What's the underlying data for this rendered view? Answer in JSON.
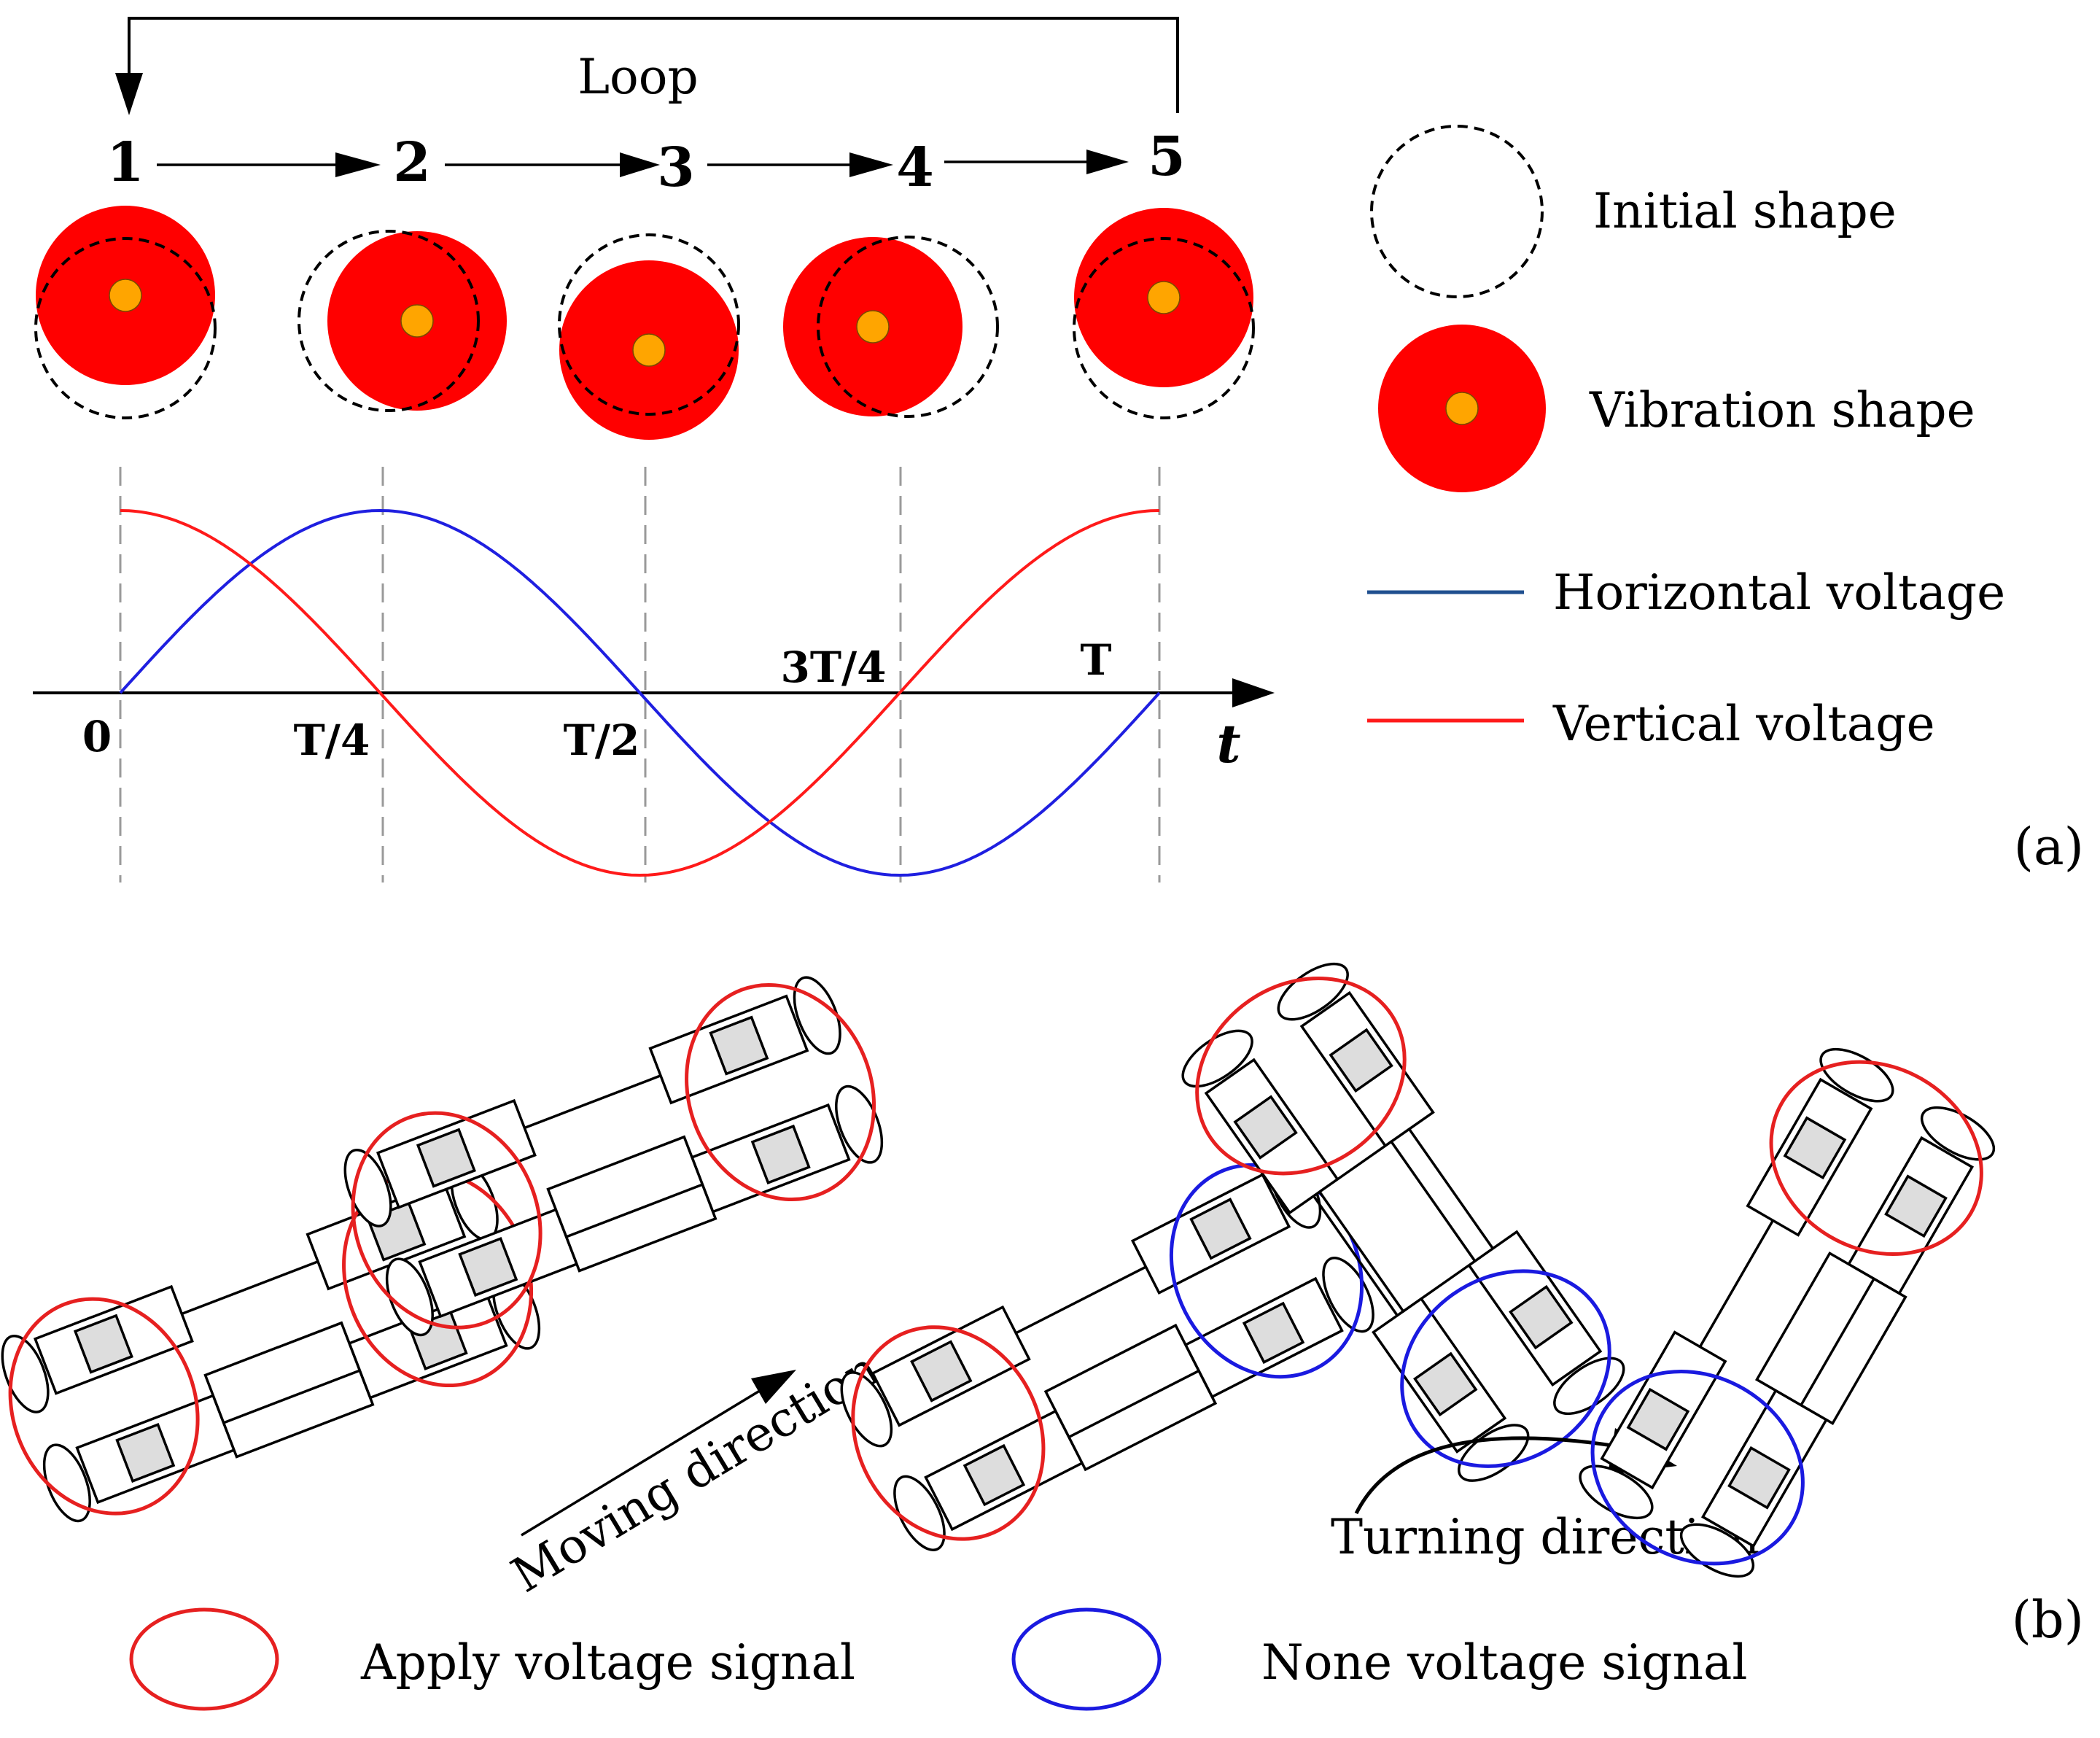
{
  "panel_a": {
    "loop_label": "Loop",
    "steps": [
      "1",
      "2",
      "3",
      "4",
      "5"
    ],
    "legend": {
      "initial_shape": "Initial shape",
      "vibration_shape": "Vibration shape",
      "horizontal_voltage": "Horizontal voltage",
      "vertical_voltage": "Vertical voltage"
    },
    "axis": {
      "zero": "0",
      "quarter": "T/4",
      "half": "T/2",
      "three_quarter": "3T/4",
      "period": "T",
      "variable": "t"
    },
    "panel_label": "(a)"
  },
  "panel_b": {
    "moving_direction": "Moving direction",
    "turning_direction": "Turning direction",
    "legend": {
      "apply": "Apply voltage signal",
      "none": "None voltage signal"
    },
    "panel_label": "(b)"
  },
  "colors": {
    "vibration_fill": "#ff0000",
    "core_fill": "#ffa500",
    "horizontal_line": "#1f1fe0",
    "vertical_line": "#ff1a1a",
    "legend_horizontal": "#1f4f8f",
    "apply_ellipse": "#e62020",
    "none_ellipse": "#1a1ae0",
    "guide_dash": "#9a9a9a"
  },
  "icons": [
    "robot-icon",
    "arrow-right-icon",
    "curved-arrow-icon"
  ]
}
